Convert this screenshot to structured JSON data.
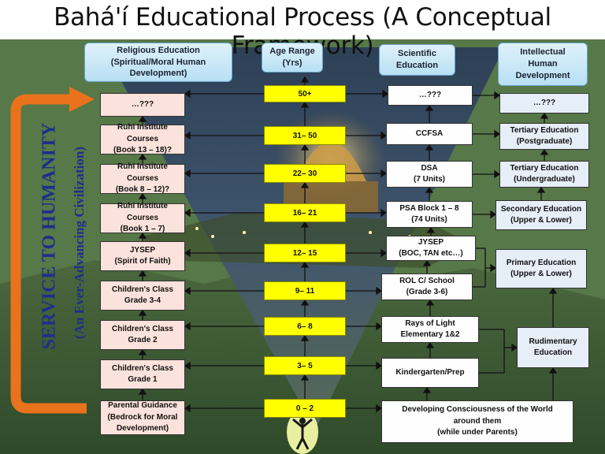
{
  "title": "Bahá'í Educational Process (A Conceptual Framework)",
  "headers": {
    "religious": "Religious Education\n(Spiritual/Moral Human Development)",
    "age": "Age Range\n(Yrs)",
    "scientific": "Scientific\nEducation",
    "intellectual": "Intellectual\nHuman\nDevelopment"
  },
  "side": {
    "service": "SERVICE TO HUMANITY",
    "civilization": "(An Ever-Advancing Civilization)"
  },
  "religious": [
    "…???",
    "Ruhi Institute Courses\n(Book 13 – 18)?",
    "Ruhi Institute Courses\n(Book 8 – 12)?",
    "Ruhi Institute Courses\n(Book 1 – 7)",
    "JYSEP\n(Spirit of Faith)",
    "Children's Class\nGrade 3-4",
    "Children's Class\nGrade 2",
    "Children's Class\nGrade 1",
    "Parental Guidance\n(Bedrock for Moral\nDevelopment)"
  ],
  "ages": [
    "50+",
    "31– 50",
    "22– 30",
    "16– 21",
    "12– 15",
    "9– 11",
    "6– 8",
    "3– 5",
    "0 – 2"
  ],
  "scientific": [
    "…???",
    "CCFSA",
    "DSA\n(7 Units)",
    "PSA Block 1 – 8\n(74 Units)",
    "JYSEP\n(BOC, TAN etc…)",
    "ROL C/ School\n(Grade 3-6)",
    "Rays of Light\nElementary 1&2",
    "Kindergarten/Prep",
    "Developing Consciousness of the World\naround them\n(while under Parents)"
  ],
  "intellectual": [
    "…???",
    "Tertiary Education\n(Postgraduate)",
    "Tertiary Education\n(Undergraduate)",
    "Secondary Education\n(Upper & Lower)",
    "Primary Education\n(Upper & Lower)",
    "Rudimentary\nEducation"
  ]
}
